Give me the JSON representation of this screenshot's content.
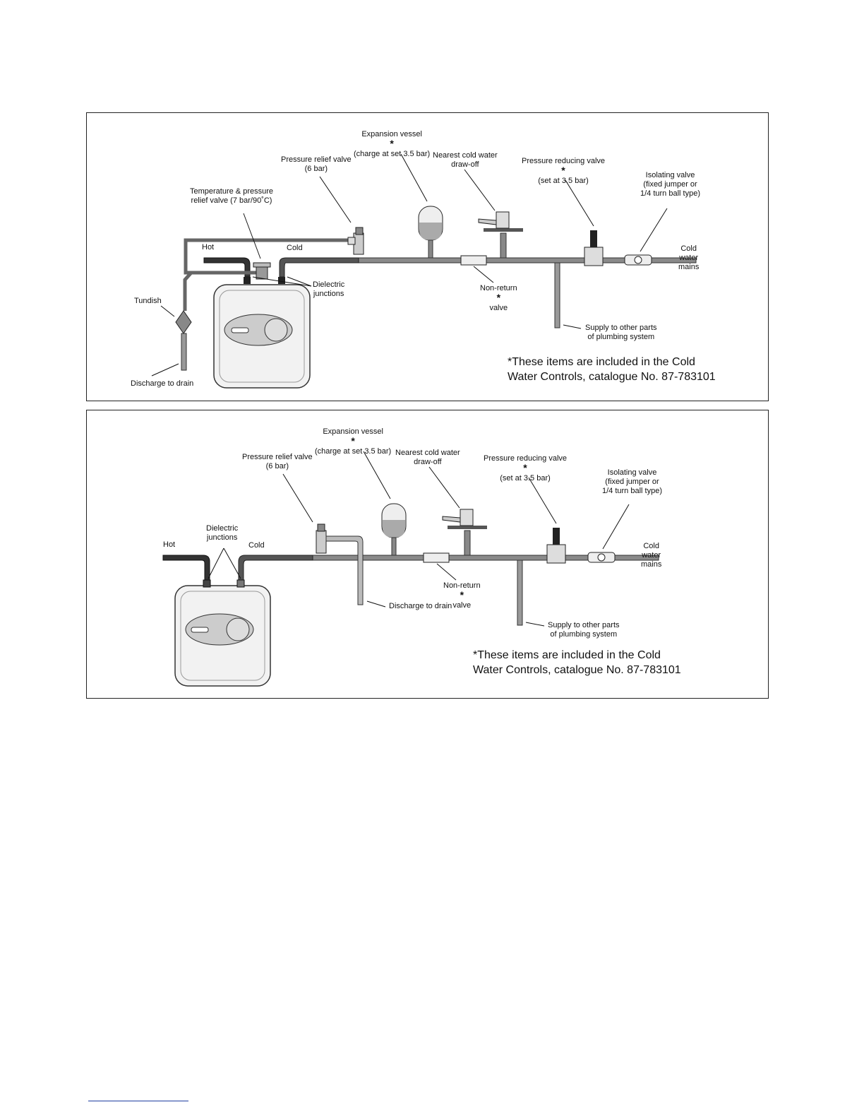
{
  "diagrams": [
    {
      "labels": {
        "expansion_vessel_l1": "Expansion vessel",
        "expansion_vessel_l2": "(charge at set 3.5 bar)",
        "pressure_relief_l1": "Pressure relief valve",
        "pressure_relief_l2": "(6 bar)",
        "nearest_cold_l1": "Nearest cold water",
        "nearest_cold_l2": "draw-off",
        "pressure_reducing_l1": "Pressure reducing valve",
        "pressure_reducing_l2": "(set at 3.5 bar)",
        "isolating_l1": "Isolating valve",
        "isolating_l2": "(fixed jumper or",
        "isolating_l3": "1/4 turn ball type)",
        "tp_relief_l1": "Temperature & pressure",
        "tp_relief_l2": "relief valve (7 bar/90˚C)",
        "hot": "Hot",
        "cold": "Cold",
        "dielectric_l1": "Dielectric",
        "dielectric_l2": "junctions",
        "cold_mains_l1": "Cold",
        "cold_mains_l2": "water",
        "cold_mains_l3": "mains",
        "non_return_l1": "Non-return",
        "non_return_l2": "valve",
        "tundish": "Tundish",
        "supply_l1": "Supply to other parts",
        "supply_l2": "of plumbing system",
        "discharge": "Discharge to drain",
        "star": "*"
      },
      "note_l1": "*These items are included in the Cold",
      "note_l2": "Water Controls, catalogue No. 87-783101"
    },
    {
      "labels": {
        "expansion_vessel_l1": "Expansion vessel",
        "expansion_vessel_l2": "(charge at set 3.5 bar)",
        "pressure_relief_l1": "Pressure relief valve",
        "pressure_relief_l2": "(6 bar)",
        "nearest_cold_l1": "Nearest cold water",
        "nearest_cold_l2": "draw-off",
        "pressure_reducing_l1": "Pressure reducing valve",
        "pressure_reducing_l2": "(set at 3.5 bar)",
        "isolating_l1": "Isolating valve",
        "isolating_l2": "(fixed jumper or",
        "isolating_l3": "1/4 turn ball type)",
        "hot": "Hot",
        "cold": "Cold",
        "dielectric_l1": "Dielectric",
        "dielectric_l2": "junctions",
        "cold_mains_l1": "Cold",
        "cold_mains_l2": "water",
        "cold_mains_l3": "mains",
        "non_return_l1": "Non-return",
        "non_return_l2": "valve",
        "supply_l1": "Supply to other parts",
        "supply_l2": "of plumbing system",
        "discharge": "Discharge to drain",
        "star": "*"
      },
      "note_l1": "*These items are included in the Cold",
      "note_l2": "Water Controls, catalogue No. 87-783101"
    }
  ]
}
